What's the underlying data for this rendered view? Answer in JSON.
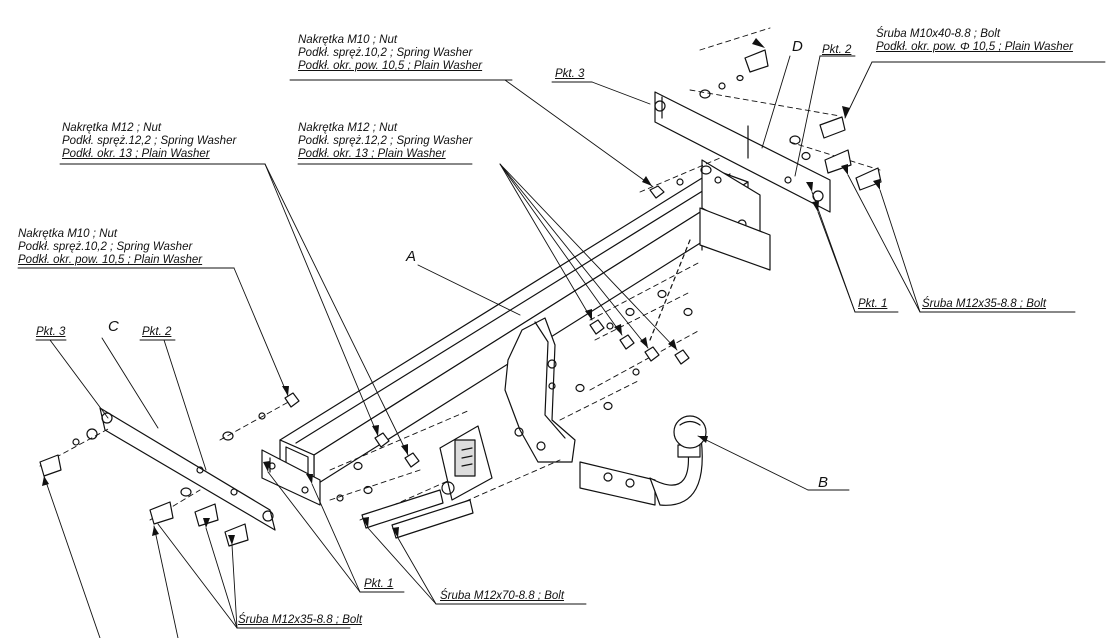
{
  "labels": {
    "nut_m10_top": [
      "Nakrętka  M10 ; Nut",
      "Podkł. spręż.10,2 ; Spring Washer",
      "Podkł. okr. pow. 10,5 ; Plain Washer"
    ],
    "bolt_m10x40": [
      "Śruba M10x40-8.8 ;  Bolt",
      "Podkł. okr. pow. Φ 10,5 ; Plain Washer"
    ],
    "nut_m12_left": [
      "Nakrętka  M12 ; Nut",
      "Podkł. spręż.12,2 ; Spring Washer",
      "Podkł. okr. 13 ; Plain Washer"
    ],
    "nut_m12_mid": [
      "Nakrętka  M12 ; Nut",
      "Podkł. spręż.12,2 ; Spring Washer",
      "Podkł. okr. 13 ; Plain Washer"
    ],
    "nut_m10_left": [
      "Nakrętka  M10 ; Nut",
      "Podkł. spręż.10,2 ; Spring Washer",
      "Podkł. okr. pow. 10,5 ; Plain Washer"
    ],
    "bolt_m12x35_right": "Śruba M12x35-8.8 ;  Bolt",
    "bolt_m12x35_left": "Śruba M12x35-8.8 ;  Bolt",
    "bolt_m12x70": "Śruba M12x70-8.8 ;  Bolt",
    "pkt3_top": "Pkt. 3",
    "pkt2_top": "Pkt. 2",
    "pkt1_right": "Pkt. 1",
    "pkt3_left": "Pkt. 3",
    "pkt2_left": "Pkt. 2",
    "pkt1_bottom": "Pkt. 1",
    "letter_a": "A",
    "letter_b": "B",
    "letter_c": "C",
    "letter_d": "D"
  }
}
